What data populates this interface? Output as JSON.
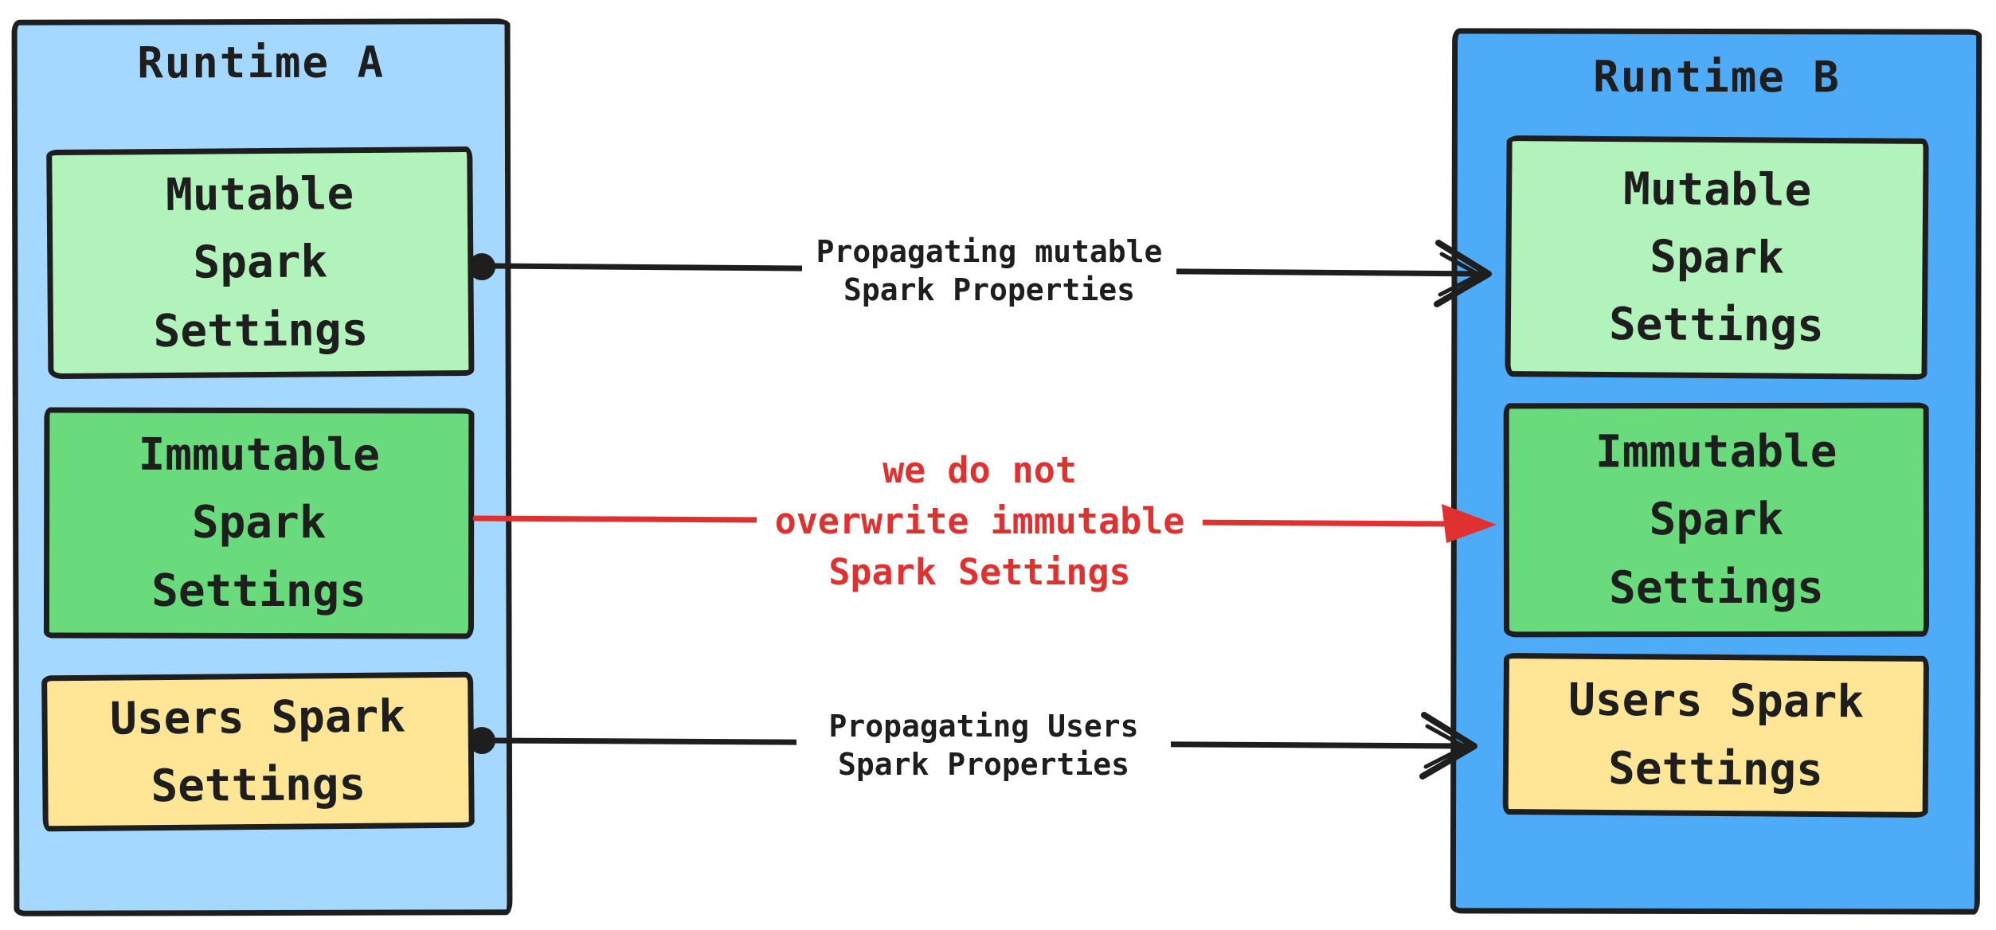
{
  "diagram": {
    "background": "#ffffff",
    "stroke_color": "#1e1e1e",
    "accent_red": "#e03131",
    "runtime_a": {
      "title": "Runtime A",
      "bg": "#a5d8ff",
      "boxes": [
        {
          "id": "mutable",
          "label": "Mutable\nSpark\nSettings",
          "bg": "#b2f2bb"
        },
        {
          "id": "immutable",
          "label": "Immutable\nSpark\nSettings",
          "bg": "#69db7c"
        },
        {
          "id": "users",
          "label": "Users Spark\nSettings",
          "bg": "#ffe596"
        }
      ]
    },
    "runtime_b": {
      "title": "Runtime B",
      "bg": "#4dabf7",
      "boxes": [
        {
          "id": "mutable",
          "label": "Mutable\nSpark\nSettings",
          "bg": "#b2f2bb"
        },
        {
          "id": "immutable",
          "label": "Immutable\nSpark\nSettings",
          "bg": "#69db7c"
        },
        {
          "id": "users",
          "label": "Users Spark\nSettings",
          "bg": "#ffe596"
        }
      ]
    },
    "arrows": [
      {
        "id": "mutable-propagation",
        "label": "Propagating mutable\nSpark Properties",
        "color": "#1e1e1e",
        "style": "open-arrowhead"
      },
      {
        "id": "immutable-no-overwrite",
        "label": "we do not\noverwrite immutable\nSpark Settings",
        "color": "#e03131",
        "style": "solid-arrowhead"
      },
      {
        "id": "users-propagation",
        "label": "Propagating Users\nSpark Properties",
        "color": "#1e1e1e",
        "style": "open-arrowhead"
      }
    ]
  }
}
